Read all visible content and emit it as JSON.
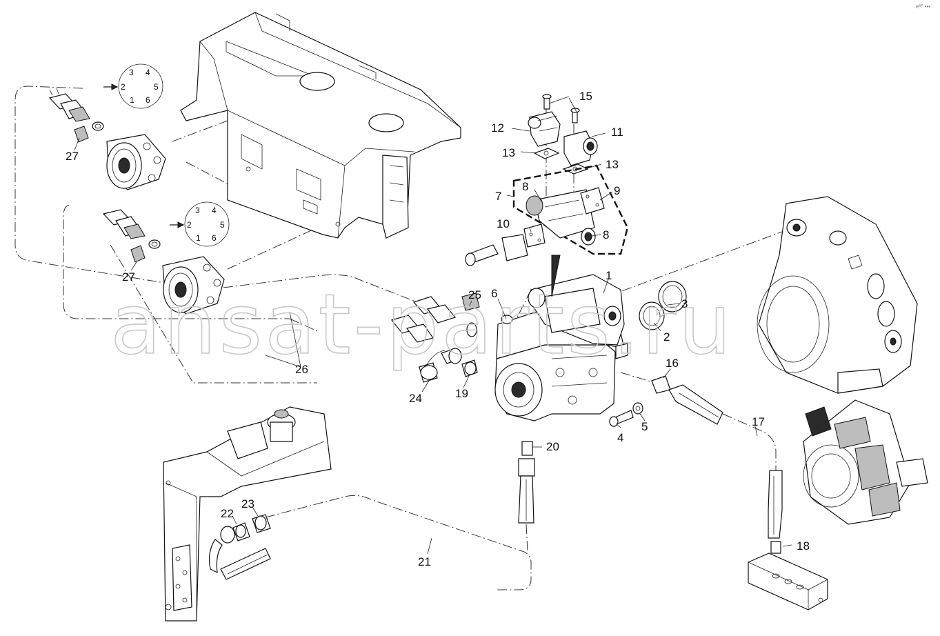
{
  "watermark": "ansat-parts.ru",
  "corner_mark": "eº° •••",
  "callouts": {
    "c1": "1",
    "c2": "2",
    "c3": "3",
    "c4": "4",
    "c5": "5",
    "c6": "6",
    "c7": "7",
    "c8a": "8",
    "c8b": "8",
    "c9": "9",
    "c10": "10",
    "c11": "11",
    "c12": "12",
    "c13a": "13",
    "c13b": "13",
    "c15": "15",
    "c16": "16",
    "c17": "17",
    "c18": "18",
    "c19": "19",
    "c20": "20",
    "c21": "21",
    "c22": "22",
    "c23": "23",
    "c24": "24",
    "c25": "25",
    "c26": "26",
    "c27a": "27",
    "c27b": "27"
  },
  "dial_upper": [
    "3",
    "4",
    "2",
    "5",
    "1",
    "6"
  ],
  "dial_lower": [
    "3",
    "4",
    "2",
    "5",
    "1",
    "6"
  ]
}
